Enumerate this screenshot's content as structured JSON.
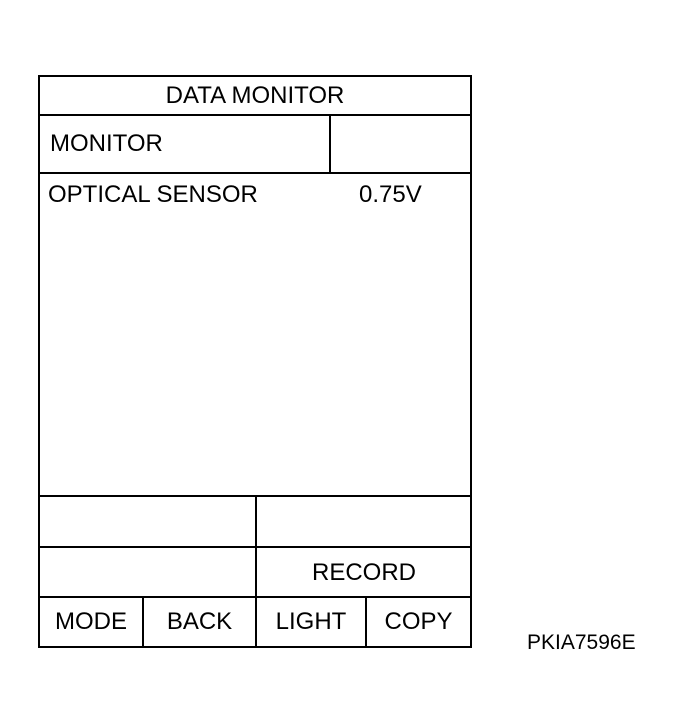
{
  "header": {
    "title": "DATA MONITOR"
  },
  "monitor": {
    "label": "MONITOR",
    "status": ""
  },
  "items": [
    {
      "name": "OPTICAL SENSOR",
      "value": "0.75V"
    }
  ],
  "buttons": {
    "row1_left": "",
    "row1_right": "",
    "row2_left": "",
    "record": "RECORD",
    "mode": "MODE",
    "back": "BACK",
    "light": "LIGHT",
    "copy": "COPY"
  },
  "figure_code": "PKIA7596E"
}
